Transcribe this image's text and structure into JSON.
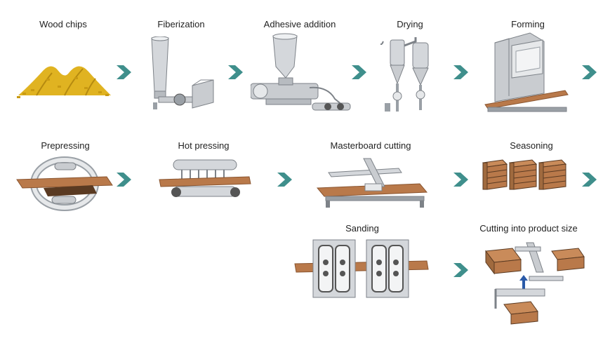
{
  "colors": {
    "arrow": "#3f8f8c",
    "board": "#b9794a",
    "board_dark": "#8a5530",
    "metal": "#c9ccd0",
    "metal_dark": "#7d8288",
    "chips": "#e0b321",
    "blue_arrow": "#2a5aa8"
  },
  "steps": [
    {
      "label": "Wood chips",
      "icon": "wood-chips-pile"
    },
    {
      "label": "Fiberization",
      "icon": "fiberizer-machine"
    },
    {
      "label": "Adhesive addition",
      "icon": "adhesive-mixer"
    },
    {
      "label": "Drying",
      "icon": "dryer-cyclones"
    },
    {
      "label": "Forming",
      "icon": "forming-machine"
    },
    {
      "label": "Prepressing",
      "icon": "prepress-roller"
    },
    {
      "label": "Hot pressing",
      "icon": "hot-press"
    },
    {
      "label": "Masterboard cutting",
      "icon": "masterboard-saw"
    },
    {
      "label": "Seasoning",
      "icon": "board-stacks"
    },
    {
      "label": "Sanding",
      "icon": "sanding-machine"
    },
    {
      "label": "Cutting into product size",
      "icon": "product-cutter"
    }
  ]
}
